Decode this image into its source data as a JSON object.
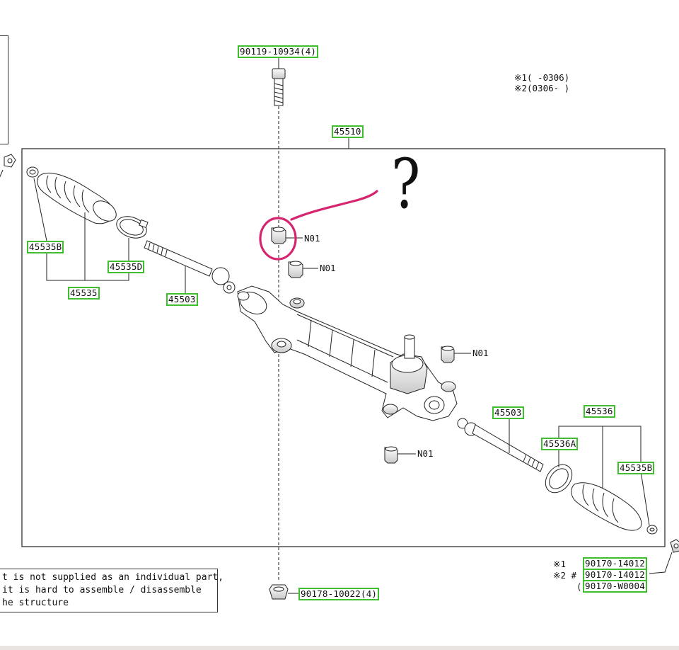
{
  "diagram": {
    "part_numbers": {
      "bolt_top": "90119-10934(4)",
      "assembly": "45510",
      "boot_clip_left": "45535B",
      "boot_band_left": "45535D",
      "boot_left": "45535",
      "tie_rod_end_left": "45503",
      "tie_rod_end_right": "45503",
      "boot_right": "45536",
      "boot_band_right": "45536A",
      "boot_clip_right": "45535B",
      "nut_bottom": "90178-10022(4)",
      "nut_right_1": "90170-14012",
      "nut_right_2": "90170-14012",
      "nut_right_3": "90170-W0004"
    },
    "callouts": {
      "n01_a": "N01",
      "n01_b": "N01",
      "n01_c": "N01",
      "n01_d": "N01"
    },
    "legend": {
      "line1": "※1(     -0306)",
      "line2": "※2(0306-     )"
    },
    "right_nut_marks": {
      "m1": "※1",
      "m2": "※2 #",
      "m3": "("
    },
    "note": {
      "line1": "t is not supplied as an individual part,",
      "line2": " it is hard to assemble / disassemble",
      "line3": "he structure"
    },
    "annotation": {
      "question_mark": "?",
      "highlight_color": "#d6246e"
    },
    "colors": {
      "label_border": "#3fbf2f",
      "line": "#222222"
    }
  }
}
